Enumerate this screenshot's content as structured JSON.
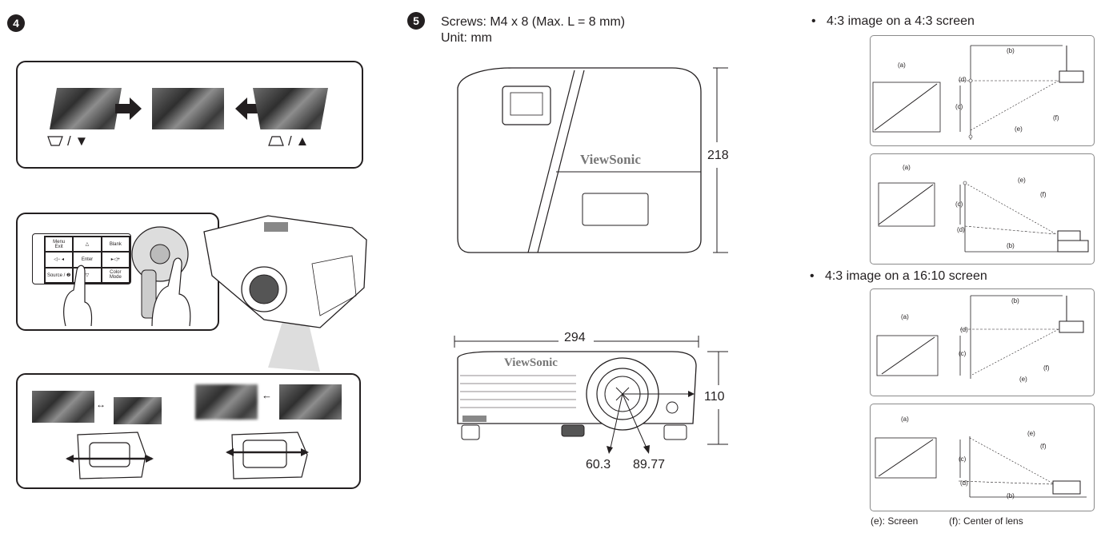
{
  "step4": {
    "number": "4",
    "keystone": {
      "left_symbol": "/ ▼",
      "right_symbol": "/ ▲"
    },
    "keypad": {
      "menu_exit": "Menu\nExit",
      "blank": "Blank",
      "enter": "Enter",
      "source": "Source / ❷",
      "color_mode": "Color\nMode",
      "vol_minus": "◁− ◂",
      "vol_plus": "▸◁+"
    }
  },
  "step5": {
    "number": "5",
    "screws": "Screws: M4 x 8 (Max. L = 8 mm)",
    "unit": "Unit: mm",
    "brand_top": "ViewSonic",
    "brand_front": "ViewSonic",
    "dim_depth": "218",
    "dim_width": "294",
    "dim_height": "110",
    "dim_lens_x": "60.3",
    "dim_lens_y": "89.77"
  },
  "right": {
    "bullet1": "4:3 image on a 4:3 screen",
    "bullet2": "4:3 image on a 16:10 screen",
    "labels": {
      "a": "(a)",
      "b": "(b)",
      "c": "(c)",
      "d": "(d)",
      "e": "(e)",
      "f": "(f)"
    },
    "legend_e": "(e): Screen",
    "legend_f": "(f): Center of lens"
  },
  "colors": {
    "ink": "#231f20",
    "diagram_border": "#8a8a8a",
    "photo_dark": "#2f2f2f"
  }
}
